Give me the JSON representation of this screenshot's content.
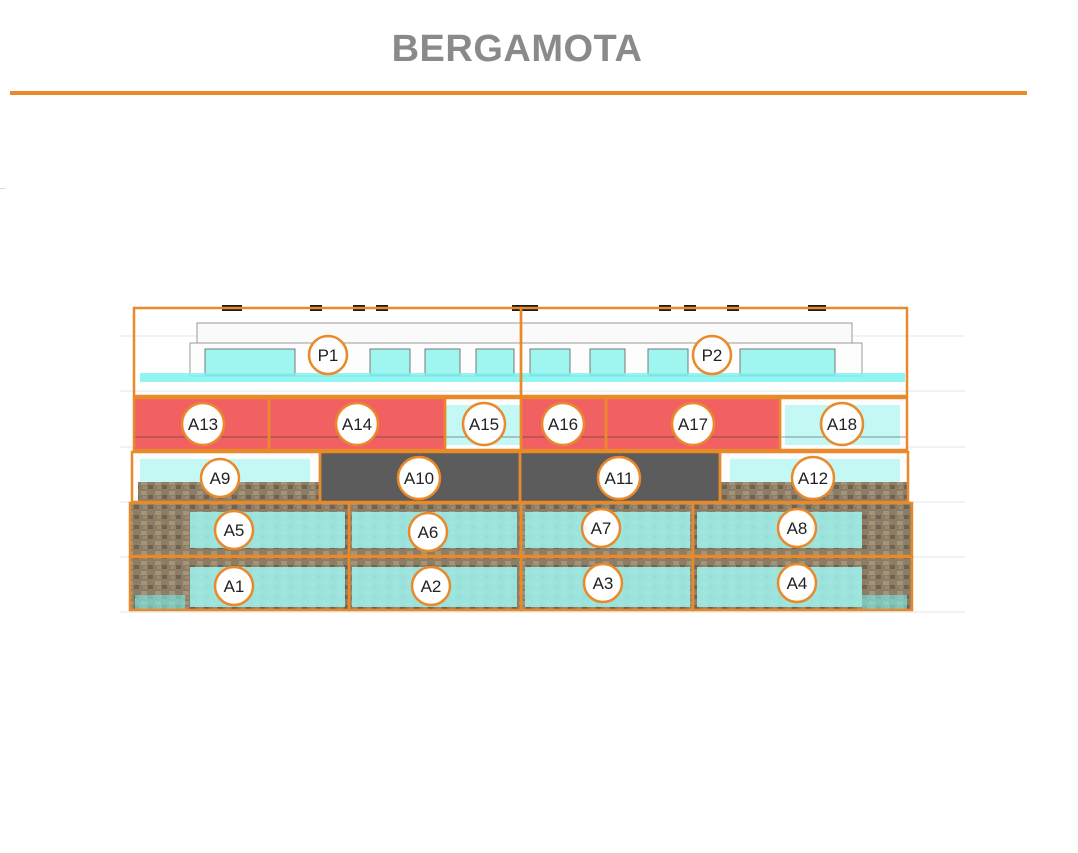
{
  "title": "BERGAMOTA",
  "colors": {
    "accent": "#e9892a",
    "reserved": "#ee3a3a",
    "sold": "#5a5a5a",
    "glass": "#7ff3ee",
    "stone": "#8a7b63"
  },
  "units": [
    {
      "id": "P1",
      "label": "P1",
      "floor": "penthouse",
      "status": "available"
    },
    {
      "id": "P2",
      "label": "P2",
      "floor": "penthouse",
      "status": "available"
    },
    {
      "id": "A13",
      "label": "A13",
      "floor": 4,
      "status": "reserved"
    },
    {
      "id": "A14",
      "label": "A14",
      "floor": 4,
      "status": "reserved"
    },
    {
      "id": "A15",
      "label": "A15",
      "floor": 4,
      "status": "available"
    },
    {
      "id": "A16",
      "label": "A16",
      "floor": 4,
      "status": "reserved"
    },
    {
      "id": "A17",
      "label": "A17",
      "floor": 4,
      "status": "reserved"
    },
    {
      "id": "A18",
      "label": "A18",
      "floor": 4,
      "status": "available"
    },
    {
      "id": "A9",
      "label": "A9",
      "floor": 3,
      "status": "available"
    },
    {
      "id": "A10",
      "label": "A10",
      "floor": 3,
      "status": "sold"
    },
    {
      "id": "A11",
      "label": "A11",
      "floor": 3,
      "status": "sold"
    },
    {
      "id": "A12",
      "label": "A12",
      "floor": 3,
      "status": "available"
    },
    {
      "id": "A5",
      "label": "A5",
      "floor": 2,
      "status": "available"
    },
    {
      "id": "A6",
      "label": "A6",
      "floor": 2,
      "status": "available"
    },
    {
      "id": "A7",
      "label": "A7",
      "floor": 2,
      "status": "available"
    },
    {
      "id": "A8",
      "label": "A8",
      "floor": 2,
      "status": "available"
    },
    {
      "id": "A1",
      "label": "A1",
      "floor": 1,
      "status": "available"
    },
    {
      "id": "A2",
      "label": "A2",
      "floor": 1,
      "status": "available"
    },
    {
      "id": "A3",
      "label": "A3",
      "floor": 1,
      "status": "available"
    },
    {
      "id": "A4",
      "label": "A4",
      "floor": 1,
      "status": "available"
    }
  ]
}
